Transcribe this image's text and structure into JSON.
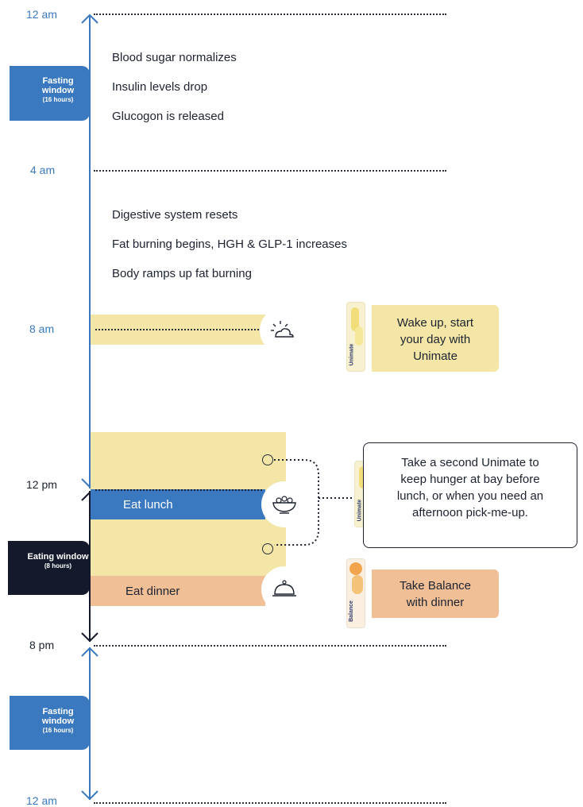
{
  "times": {
    "t12am_top": "12 am",
    "t4am": "4 am",
    "t8am": "8 am",
    "t12pm": "12 pm",
    "t8pm": "8 pm",
    "t12am_bottom": "12 am"
  },
  "fasting_top": {
    "title": "Fasting window",
    "hours": "(16 hours)"
  },
  "eating": {
    "title": "Eating window",
    "hours": "(8 hours)"
  },
  "fasting_bottom": {
    "title": "Fasting window",
    "hours": "(16 hours)"
  },
  "notes_early": [
    "Blood sugar normalizes",
    "Insulin levels drop",
    "Glucogon is released"
  ],
  "notes_mid": [
    "Digestive system resets",
    "Fat burning begins, HGH & GLP-1 increases",
    "Body ramps up fat burning"
  ],
  "meals": {
    "lunch": "Eat lunch",
    "dinner": "Eat dinner"
  },
  "cards": {
    "wake": "Wake up, start your day with Unimate",
    "second": "Take a second Unimate to keep hunger at bay before lunch, or when you need an afternoon pick-me-up.",
    "balance": "Take Balance with dinner"
  },
  "packets": {
    "unimate": "Unimate",
    "balance": "Balance"
  },
  "icons": [
    "sunrise-icon",
    "bowl-icon",
    "cloche-icon"
  ],
  "colors": {
    "blue": "#3a79c0",
    "navy": "#141a2b",
    "yellow": "#f3e6a6",
    "peach": "#f0bf96"
  }
}
